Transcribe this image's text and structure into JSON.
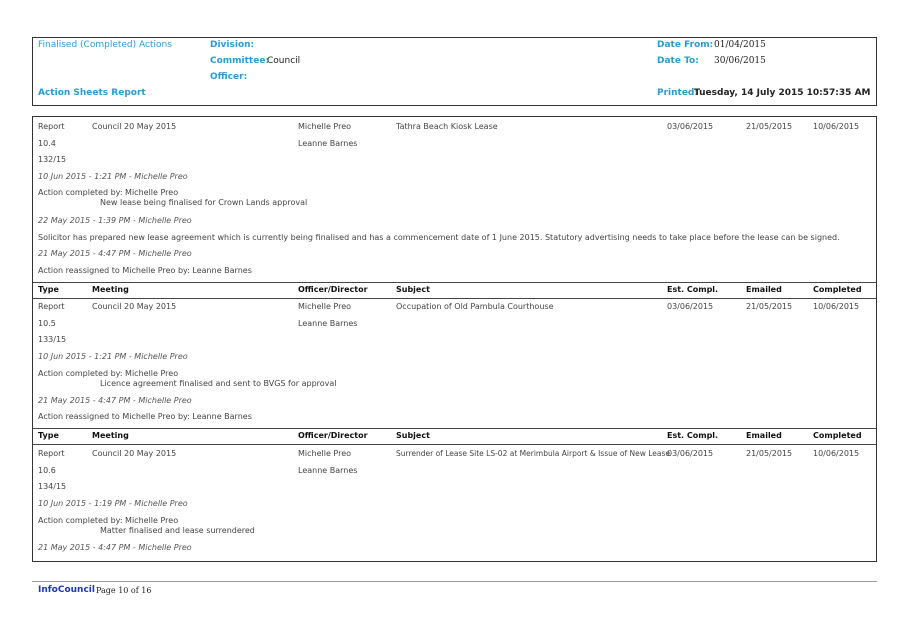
{
  "header": {
    "report_kind": "Finalised (Completed) Actions",
    "division_label": "Division:",
    "committee_label": "Committee:",
    "committee_value": "Council",
    "officer_label": "Officer:",
    "report_title": "Action Sheets Report",
    "date_from_label": "Date From:",
    "date_from_value": "01/04/2015",
    "date_to_label": "Date To:",
    "date_to_value": "30/06/2015",
    "printed_label": "Printed:",
    "printed_value": "Tuesday, 14 July 2015  10:57:35 AM"
  },
  "columns": {
    "type": "Type",
    "meeting": "Meeting",
    "officer": "Officer/Director",
    "subject": "Subject",
    "est": "Est. Compl.",
    "emailed": "Emailed",
    "completed": "Completed"
  },
  "items": [
    {
      "type": "Report",
      "meeting": "Council 20 May 2015",
      "officer": "Michelle Preo",
      "director": "Leanne Barnes",
      "subject": "Tathra Beach Kiosk Lease",
      "est": "03/06/2015",
      "emailed": "21/05/2015",
      "completed": "10/06/2015",
      "item_no": "10.4",
      "ref": "132/15",
      "note1_head": "10 Jun 2015 - 1:21 PM - Michelle Preo",
      "note1_line1": "Action completed by: Michelle Preo",
      "note1_line2": "New lease being finalised for Crown Lands approval",
      "note2_head": "22 May 2015 - 1:39 PM - Michelle Preo",
      "note2_body": "Solicitor has prepared new lease agreement which is currently being finalised and has a commencement date of 1 June 2015.  Statutory advertising needs to take place before the lease can be signed.",
      "note3_head": "21 May 2015 - 4:47 PM - Michelle Preo",
      "note3_body": "Action reassigned to Michelle Preo by: Leanne Barnes"
    },
    {
      "type": "Report",
      "meeting": "Council 20 May 2015",
      "officer": "Michelle Preo",
      "director": "Leanne Barnes",
      "subject": "Occupation of Old Pambula Courthouse",
      "est": "03/06/2015",
      "emailed": "21/05/2015",
      "completed": "10/06/2015",
      "item_no": "10.5",
      "ref": "133/15",
      "note1_head": "10 Jun 2015 - 1:21 PM - Michelle Preo",
      "note1_line1": "Action completed by: Michelle Preo",
      "note1_line2": "Licence agreement finalised and sent to BVGS for approval",
      "note3_head": "21 May 2015 - 4:47 PM - Michelle Preo",
      "note3_body": "Action reassigned to Michelle Preo by: Leanne Barnes"
    },
    {
      "type": "Report",
      "meeting": "Council 20 May 2015",
      "officer": "Michelle Preo",
      "director": "Leanne Barnes",
      "subject": "Surrender of Lease Site LS-02 at Merimbula Airport & Issue of New Lease",
      "est": "03/06/2015",
      "emailed": "21/05/2015",
      "completed": "10/06/2015",
      "item_no": "10.6",
      "ref": "134/15",
      "note1_head": "10 Jun 2015 - 1:19 PM - Michelle Preo",
      "note1_line1": "Action completed by: Michelle Preo",
      "note1_line2": "Matter finalised and lease surrendered",
      "note3_head": "21 May 2015 - 4:47 PM - Michelle Preo"
    }
  ],
  "footer": {
    "brand": "InfoCouncil",
    "page": "Page 10 of 16"
  }
}
